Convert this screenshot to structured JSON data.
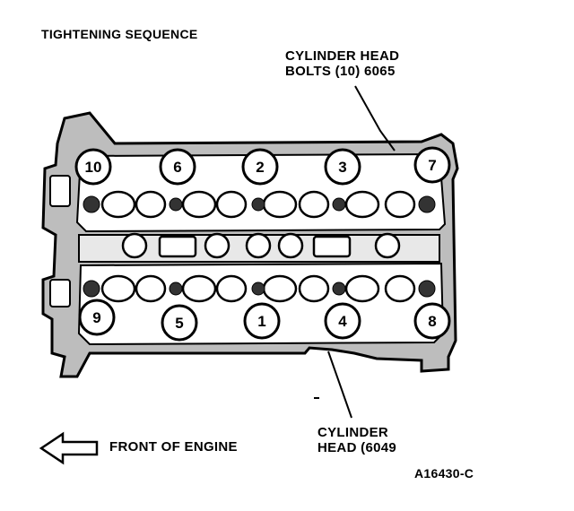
{
  "title": "TIGHTENING SEQUENCE",
  "bolts_label": {
    "line1": "CYLINDER HEAD",
    "line2": "BOLTS (10) 6065"
  },
  "head_label": {
    "line1": "CYLINDER",
    "line2": "HEAD (6049"
  },
  "front_label": "FRONT OF ENGINE",
  "figure_id": "A16430-C",
  "bolts": [
    {
      "row": "upper",
      "order": "10"
    },
    {
      "row": "upper",
      "order": "6"
    },
    {
      "row": "upper",
      "order": "2"
    },
    {
      "row": "upper",
      "order": "3"
    },
    {
      "row": "upper",
      "order": "7"
    },
    {
      "row": "lower",
      "order": "9"
    },
    {
      "row": "lower",
      "order": "5"
    },
    {
      "row": "lower",
      "order": "1"
    },
    {
      "row": "lower",
      "order": "4"
    },
    {
      "row": "lower",
      "order": "8"
    }
  ],
  "arrow_icon": "left-arrow-icon",
  "colors": {
    "ink": "#000000",
    "paper": "#ffffff",
    "shade": "#bdbdbd"
  }
}
